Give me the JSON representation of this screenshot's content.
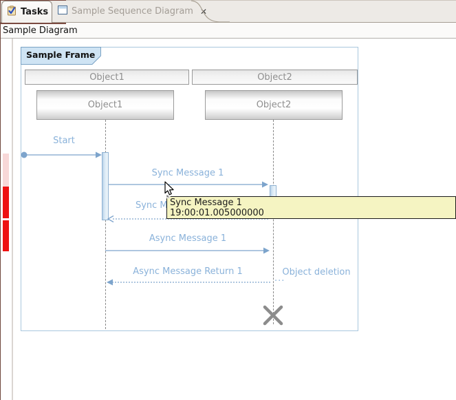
{
  "tabs": {
    "active": {
      "label": "Tasks"
    },
    "inactive": {
      "label": "Sample Sequence Diagram",
      "close_glyph": "✕"
    }
  },
  "subheader": {
    "title": "Sample Diagram"
  },
  "diagram": {
    "frame_title": "Sample Frame",
    "object_headers": [
      "Object1",
      "Object2"
    ],
    "lifeline_heads": [
      "Object1",
      "Object2"
    ],
    "messages": {
      "start": "Start",
      "sync1": "Sync Message 1",
      "sync_return": "Sync Message Return 1",
      "async1": "Async Message 1",
      "async_return": "Async Message Return 1",
      "object_deletion": "Object deletion",
      "ellipsis": "..."
    }
  },
  "tooltip": {
    "title": "Sync Message 1",
    "time": "19:00:01.005000000"
  },
  "colors": {
    "label_blue": "#8ab2da",
    "message_line_blue": "#7da4cc",
    "frame_border_blue": "#a9c7de",
    "frame_label_fill": "#cfe4f4",
    "marker_red": "#ee1111",
    "marker_pink": "#f8d8d8",
    "tooltip_bg": "#f5f4c2",
    "focus_border_maroon": "#7b4a40"
  }
}
